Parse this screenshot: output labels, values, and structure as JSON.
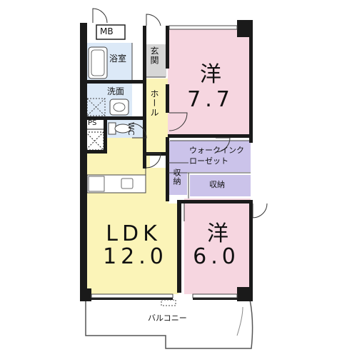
{
  "rooms": {
    "western_a": {
      "name": "洋",
      "size": "7.7"
    },
    "western_b": {
      "name": "洋",
      "size": "6.0"
    },
    "ldk": {
      "name": "LDK",
      "size": "12.0"
    },
    "bath": "浴室",
    "entrance": "玄関",
    "washroom": "洗面",
    "hall": "ホール",
    "wc": "WC",
    "ps": "PS",
    "mb": "MB",
    "walk_in_closet": "ウォークインクローゼット",
    "storage_a": "収納",
    "storage_b": "収納",
    "balcony": "バルコニー"
  },
  "colors": {
    "western": "#f6d6e0",
    "ldk_hall": "#fbf4b8",
    "wet": "#dce9f7",
    "closet": "#cbc3ea",
    "entrance": "#d6d6d6",
    "wall": "#1a1a1a"
  }
}
